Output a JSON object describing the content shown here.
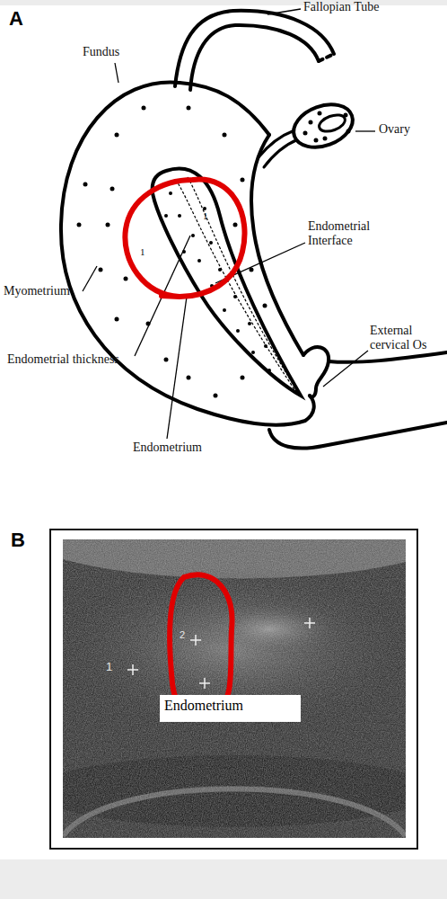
{
  "diagram": {
    "nodes": [
      {
        "text": [
          "Endometrium"
        ]
      }
    ],
    "labels": [
      "A",
      "Fallopian Tube",
      "Fundus",
      "Ovary",
      "Endometrial Interface",
      "Myometrium",
      "Endometrial thickness",
      "External cervical Os",
      "Endometrium",
      "1",
      "1",
      "B",
      "1",
      "2"
    ]
  }
}
